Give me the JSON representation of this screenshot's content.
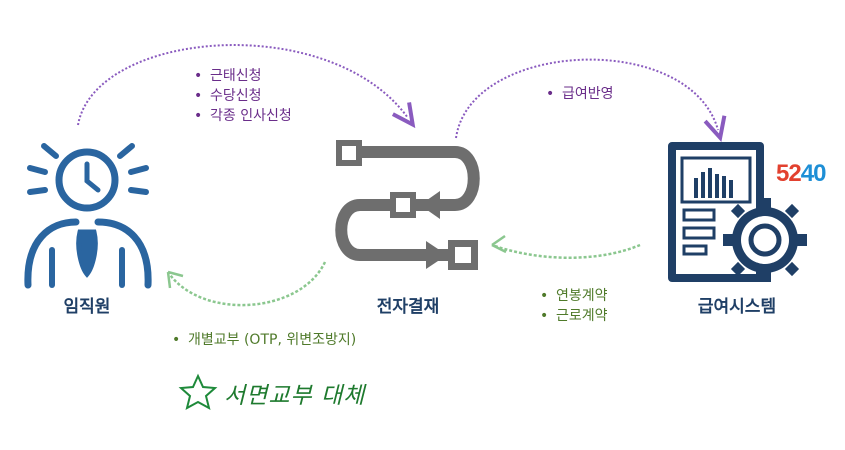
{
  "nodes": {
    "employee": {
      "label": "임직원"
    },
    "approval": {
      "label": "전자결재"
    },
    "payroll": {
      "label": "급여시스템"
    }
  },
  "flows": {
    "employee_to_approval": {
      "items": [
        "근태신청",
        "수당신청",
        "각종 인사신청"
      ]
    },
    "approval_to_payroll": {
      "items": [
        "급여반영"
      ]
    },
    "payroll_to_approval": {
      "items": [
        "연봉계약",
        "근로계약"
      ]
    },
    "approval_to_employee": {
      "items": [
        "개별교부 (OTP, 위변조방지)"
      ]
    }
  },
  "note": {
    "text": "서면교부 대체"
  },
  "logo": {
    "digits": [
      "5",
      "2",
      "4",
      "0"
    ],
    "colors": [
      "#e2412f",
      "#e2412f",
      "#1e8fd6",
      "#1e8fd6"
    ]
  },
  "colors": {
    "person": "#2a65a0",
    "approval_icon": "#6e6e6e",
    "payroll_icon": "#1f3f66",
    "purple_arrow": "#8a5bbf",
    "green_arrow": "#8bc78f",
    "star": "#1e8a3a"
  }
}
